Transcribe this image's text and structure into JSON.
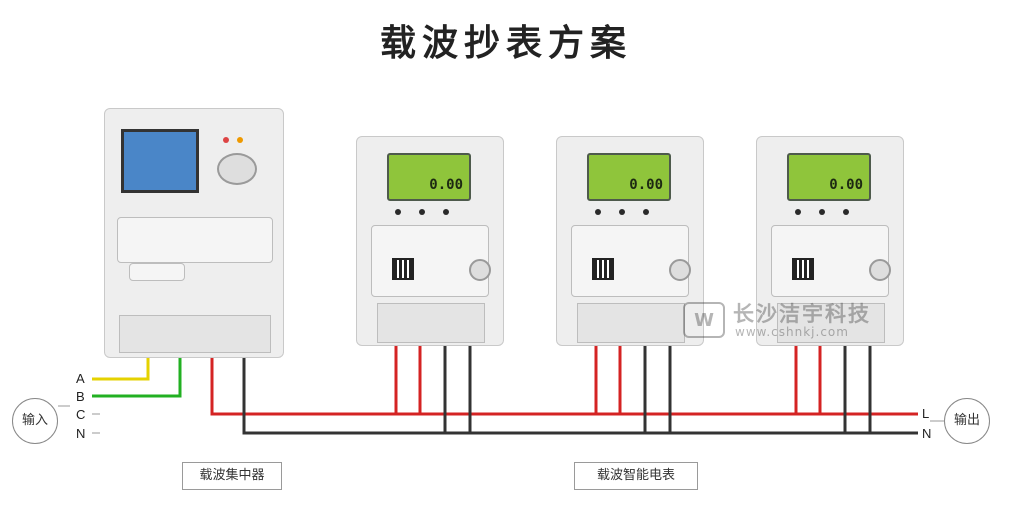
{
  "title": "载波抄表方案",
  "input_label": "输入",
  "output_label": "输出",
  "phases_in": [
    "A",
    "B",
    "C",
    "N"
  ],
  "phases_out": [
    "L",
    "N"
  ],
  "concentrator_caption": "载波集中器",
  "meter_caption": "载波智能电表",
  "meter_reading": "0.00",
  "watermark": {
    "name": "长沙洁宇科技",
    "url": "www.cshnkj.com"
  },
  "colors": {
    "live_wire": "#d42323",
    "neutral_wire": "#333333",
    "phase_a": "#e5d200",
    "phase_b": "#22b022"
  }
}
